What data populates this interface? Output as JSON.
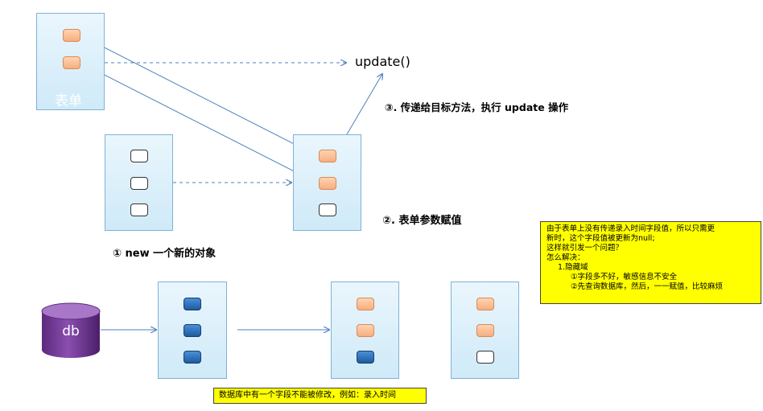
{
  "form_panel": {
    "label": "表单"
  },
  "method_call": "update()",
  "steps": {
    "step1": "① new 一个新的对象",
    "step2": "②. 表单参数赋值",
    "step3": "③. 传递给目标方法，执行 update 操作"
  },
  "database": {
    "label": "db"
  },
  "db_note": "数据库中有一个字段不能被修改，例如：录入时间",
  "solution_note": {
    "lines": [
      "由于表单上没有传递录入时间字段值，所以只需更",
      "新时，这个字段值被更新为null;",
      "这样就引发一个问题？",
      "怎么解决：",
      "1.隐藏域",
      "①字段多不好，敏感信息不安全",
      "②先查询数据库，然后，一一赋值，比较麻烦"
    ]
  },
  "colors": {
    "arrow": "#4f81bd",
    "panel_border": "#7fb2d6",
    "field_orange": "#f7ae7f",
    "field_blue": "#1f5a9e",
    "note_bg": "#ffff00",
    "db_purple": "#7a3f9a"
  }
}
